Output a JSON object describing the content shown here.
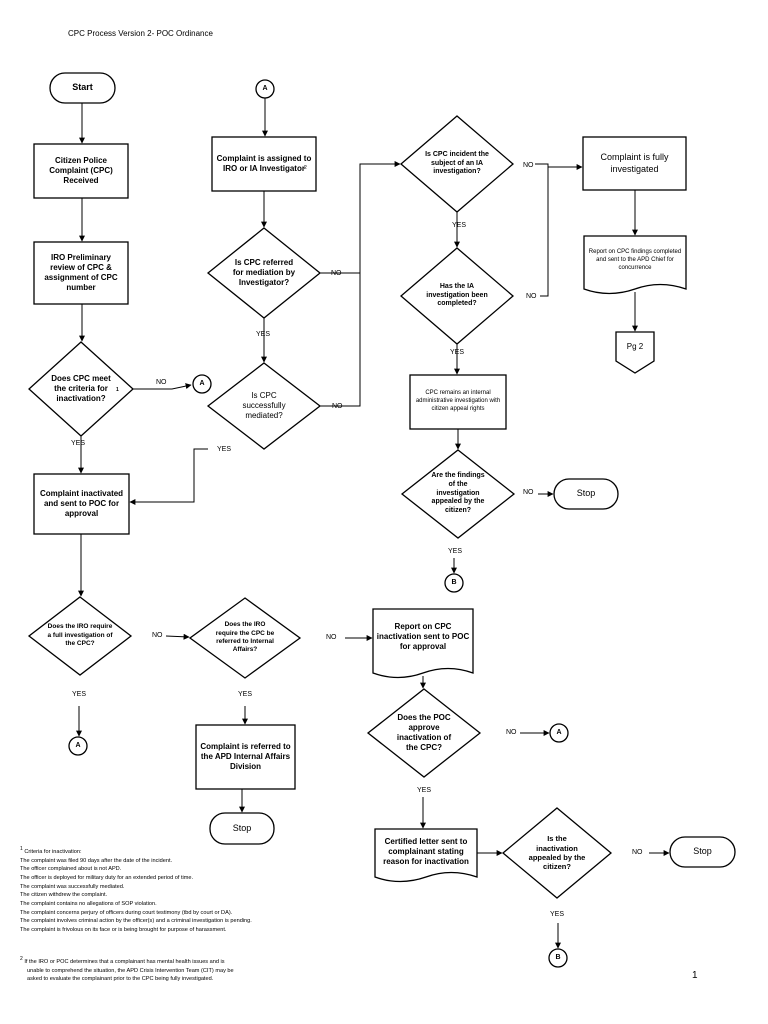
{
  "header": {
    "title": "CPC Process Version 2- POC Ordinance"
  },
  "page_number": "1",
  "nodes": {
    "start": "Start",
    "cpc_received": "Citizen Police Complaint (CPC) Received",
    "iro_review": "IRO Preliminary review of CPC & assignment of CPC number",
    "meet_criteria": "Does CPC meet the criteria for inactivation?",
    "complaint_inactivated": "Complaint inactivated and sent to POC for approval",
    "iro_full_investigation": "Does the IRO require a full investigation of the CPC?",
    "assigned": "Complaint is assigned to IRO or IA Investigator",
    "referred_mediation": "Is CPC referred for mediation by Investigator?",
    "mediated": "Is CPC successfully mediated?",
    "ia_subject": "Is CPC incident the subject of an IA investigation?",
    "ia_completed": "Has the IA investigation been completed?",
    "internal_admin": "CPC remains an internal administrative investigation with citizen appeal rights",
    "findings_appealed": "Are the findings of the investigation appealed by the citizen?",
    "fully_investigated": "Complaint is fully investigated",
    "report_findings": "Report on CPC findings completed and sent to the APD Chief for concurrence",
    "pg2": "Pg 2",
    "iro_refer_ia": "Does the IRO require the CPC be referred to Internal Affairs?",
    "referred_apd": "Complaint is referred to the APD Internal Affairs Division",
    "report_inactivation": "Report on CPC inactivation sent to POC for approval",
    "poc_approve": "Does the POC approve inactivation of the CPC?",
    "certified_letter": "Certified letter sent to complainant stating reason for inactivation",
    "inactivation_appealed": "Is the inactivation appealed by the citizen?",
    "stop": "Stop"
  },
  "connectors": {
    "a": "A",
    "b": "B"
  },
  "labels": {
    "yes": "YES",
    "no": "NO"
  },
  "footnote1": {
    "marker": "1",
    "heading": "Criteria for inactivation:",
    "items": [
      "The complaint was filed 90 days after the date of the incident.",
      "The officer complained about is not APD.",
      "The officer is deployed for military duty for an extended period of time.",
      "The complaint was successfully mediated.",
      "The citizen withdrew the complaint.",
      "The complaint contains no allegations of SOP violation.",
      "The complaint concerns perjury of officers during court testimony (tbd by court or DA).",
      "The complaint involves criminal action by the officer(s) and a criminal investigation is pending.",
      "The complaint is frivolous on its face or is being brought for purpose of harassment."
    ]
  },
  "footnote2": {
    "marker": "2",
    "lines": [
      "If the IRO or POC determines that a complainant has mental health issues and is",
      "unable to comprehend the situation, the APD Crisis Intervention Team (CIT) may be",
      "asked to evaluate the complainant prior to the CPC being fully investigated."
    ]
  }
}
